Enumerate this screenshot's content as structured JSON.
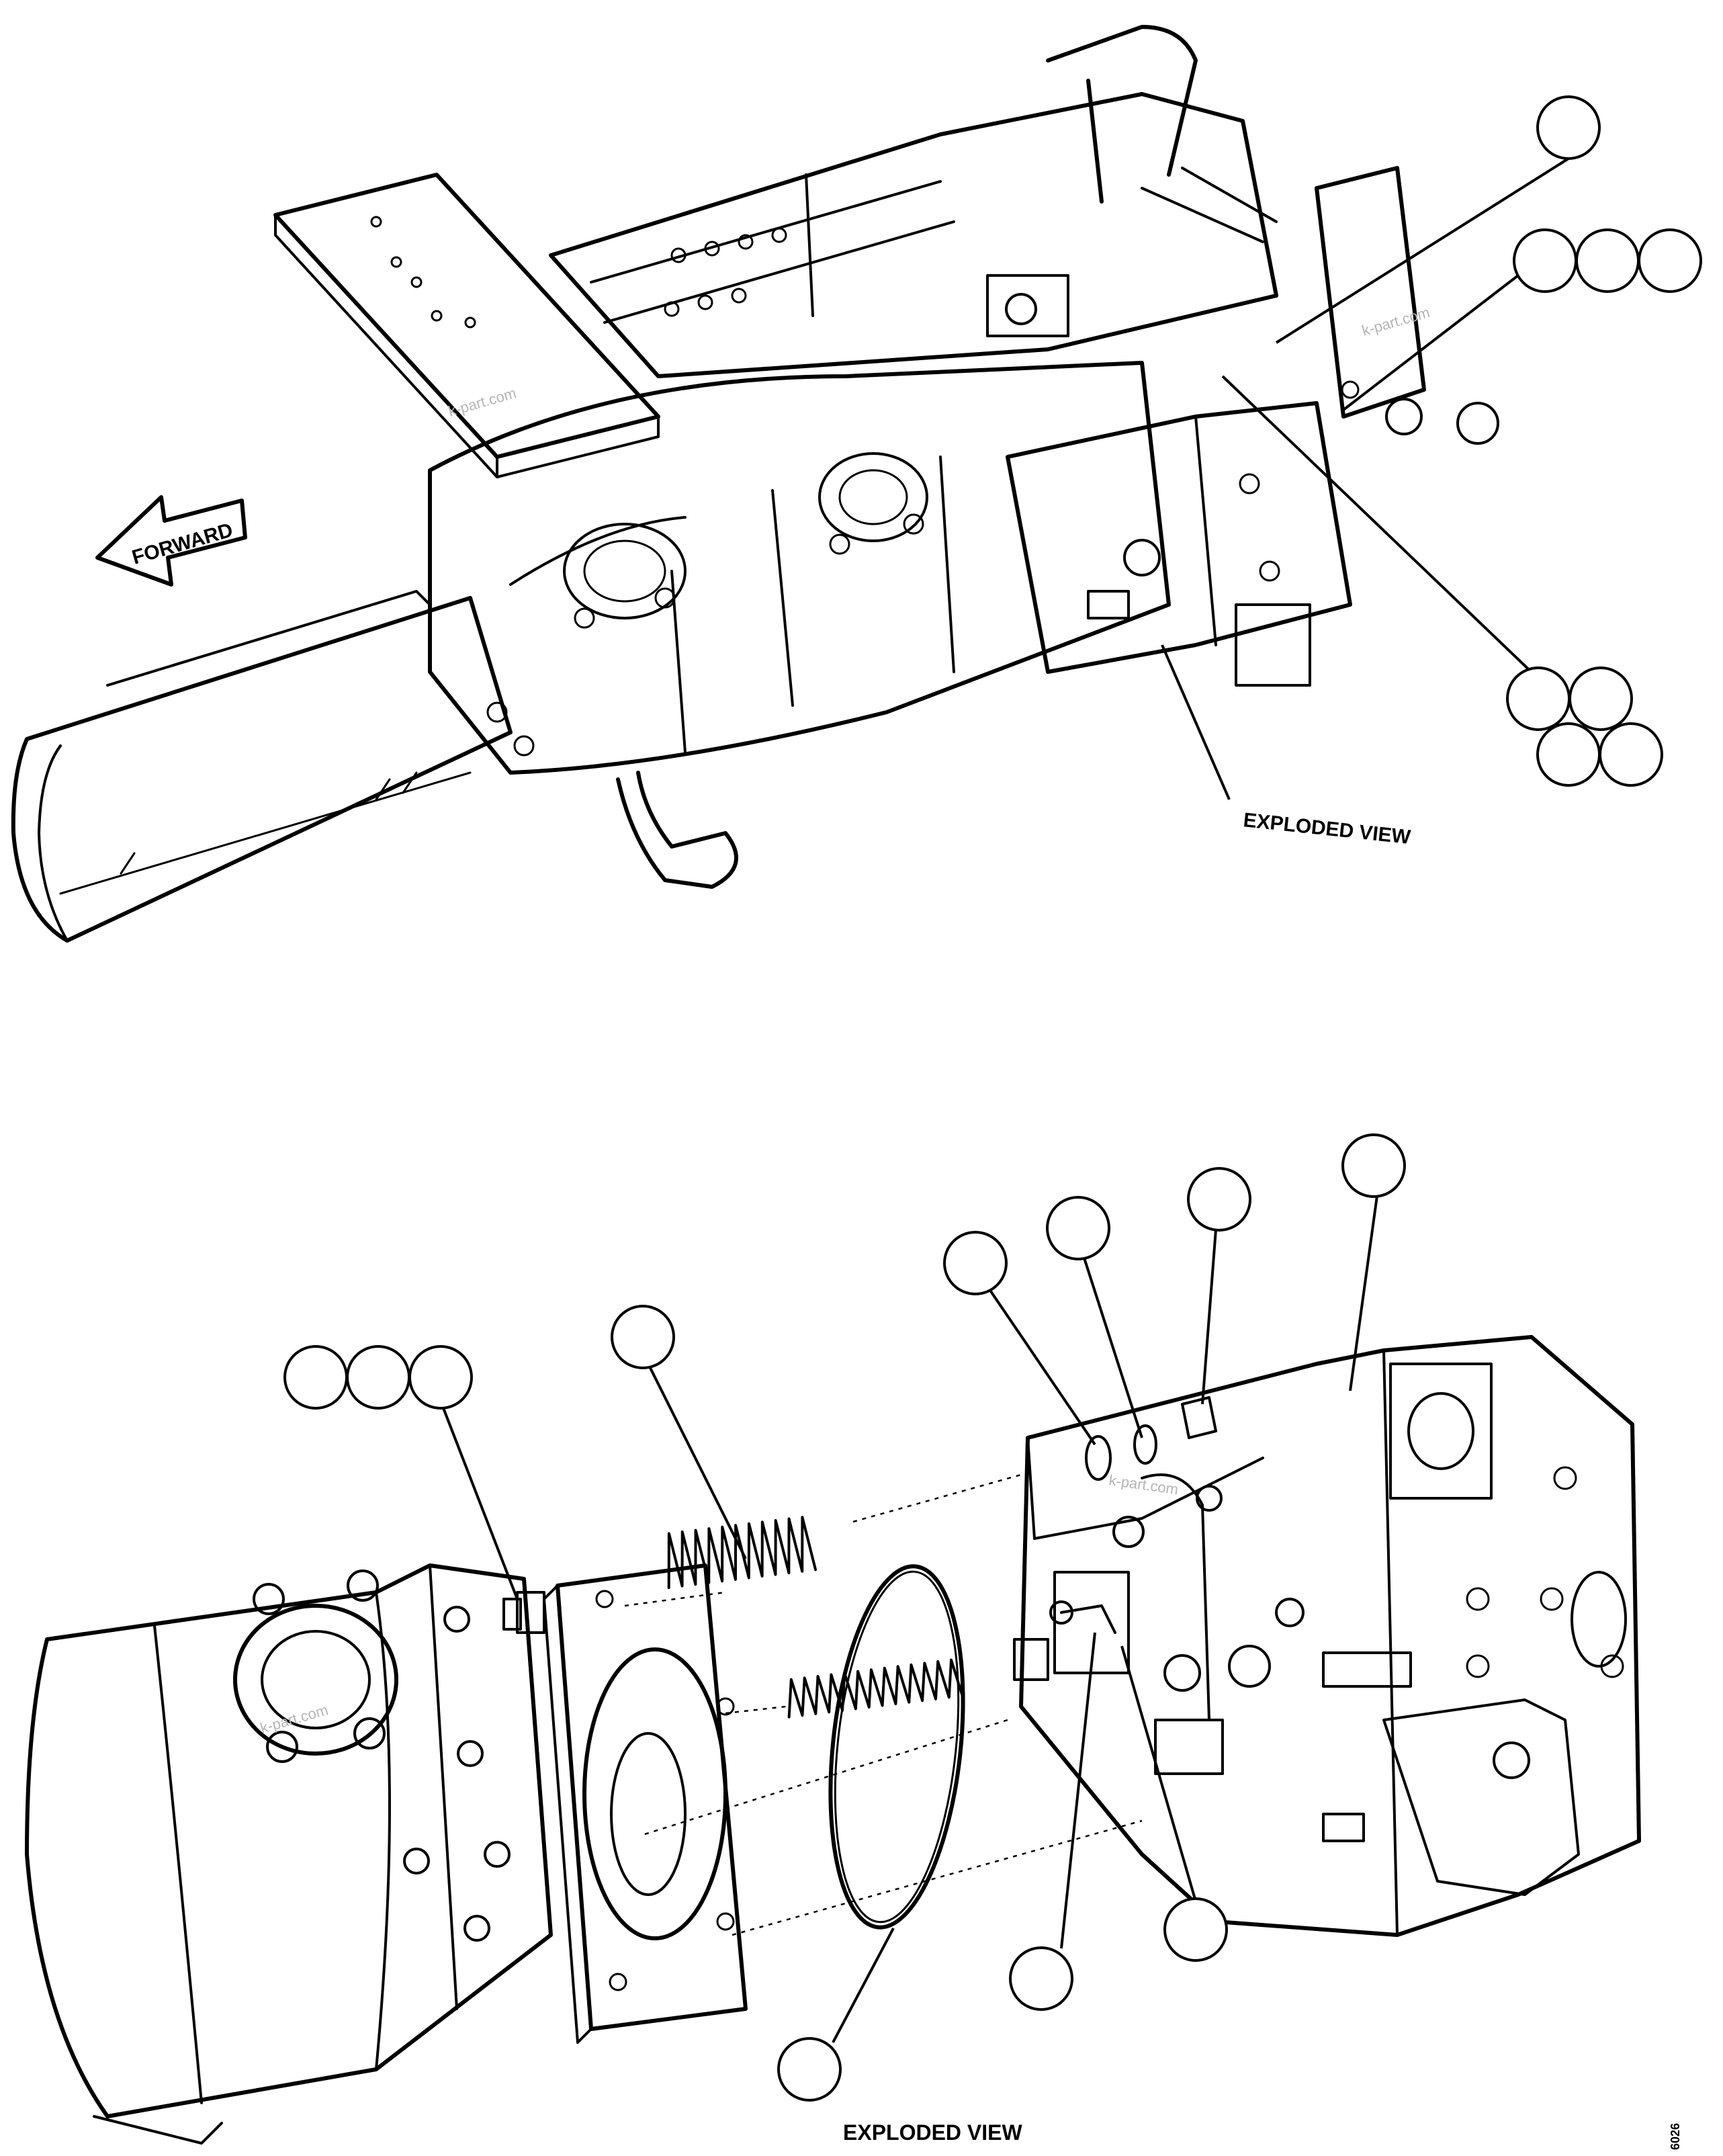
{
  "diagram": {
    "forward_arrow_label": "FORWARD",
    "top_view_caption": "EXPLODED VIEW",
    "bottom_view_caption": "EXPLODED VIEW",
    "drawing_number": "6026",
    "watermark": "k-part.com",
    "top_callouts": [
      "",
      "",
      "",
      "",
      "",
      "",
      "",
      ""
    ],
    "bottom_callouts": [
      "",
      "",
      "",
      "",
      "",
      "",
      "",
      "",
      "",
      "",
      "",
      ""
    ]
  }
}
